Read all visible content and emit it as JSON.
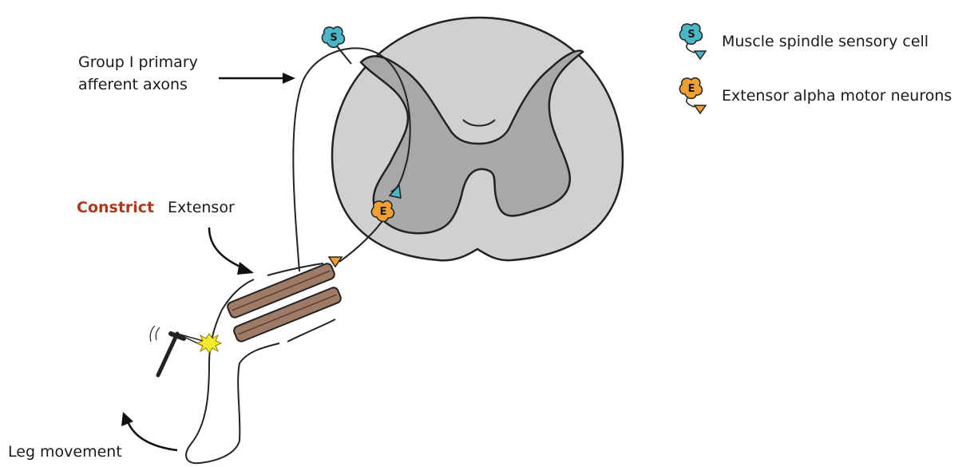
{
  "labels": {
    "afferent_line1": "Group I primary",
    "afferent_line2": "afferent axons",
    "constrict": "Constrict",
    "extensor": "Extensor",
    "leg_movement": "Leg movement"
  },
  "legend": {
    "sensory_label": "Muscle spindle sensory cell",
    "sensory_letter": "S",
    "motor_label": "Extensor alpha motor neurons",
    "motor_letter": "E"
  },
  "colors": {
    "constrict_red": "#a93a20",
    "sensory_teal": "#4bb7c6",
    "motor_orange": "#f0a030",
    "cord_white_matter": "#cfd0d2",
    "cord_gray_matter": "#a7a8aa",
    "muscle_brown": "#9d7b66",
    "spark_yellow": "#f5ea2a"
  },
  "icons": {
    "sensory_cell": "muscle-spindle-sensory-cell-icon",
    "motor_neuron": "extensor-motor-neuron-icon",
    "hammer": "reflex-hammer-icon",
    "spark": "tap-spark-icon"
  }
}
